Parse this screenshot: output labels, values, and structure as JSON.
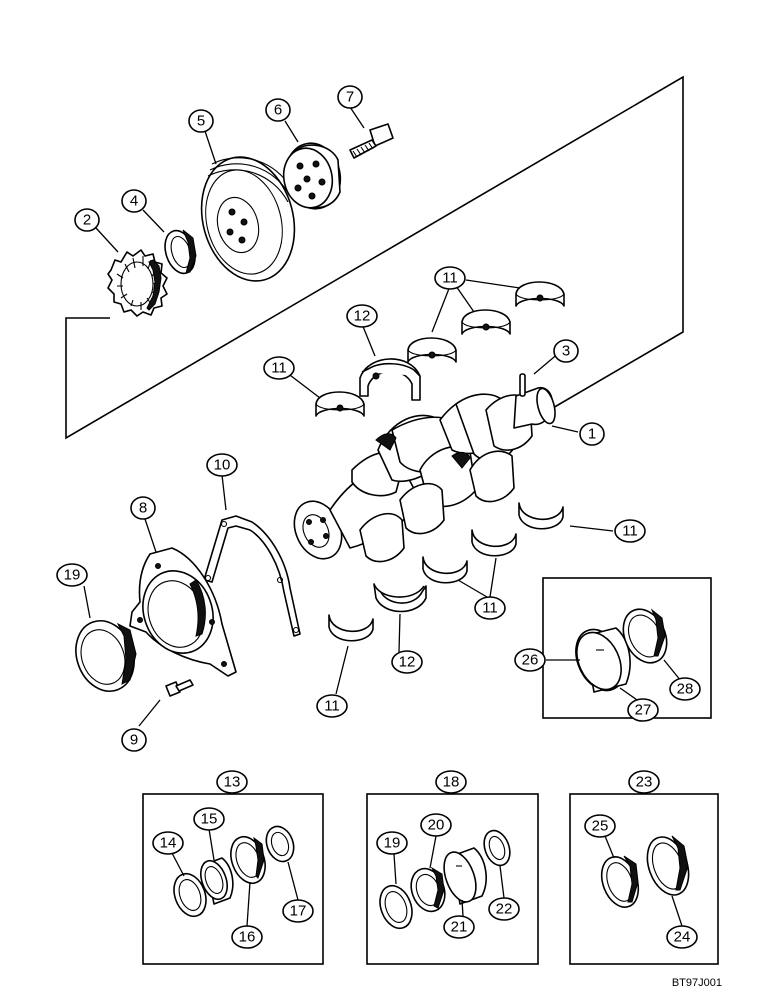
{
  "diagram_code": "BT97J001",
  "callouts": {
    "c1": "1",
    "c2": "2",
    "c3": "3",
    "c4": "4",
    "c5": "5",
    "c6": "6",
    "c7": "7",
    "c8": "8",
    "c9": "9",
    "c10": "10",
    "c11a": "11",
    "c11b": "11",
    "c11c": "11",
    "c11d": "11",
    "c11e": "11",
    "c12a": "12",
    "c12b": "12",
    "c13": "13",
    "c14": "14",
    "c15": "15",
    "c16": "16",
    "c17": "17",
    "c18": "18",
    "c19a": "19",
    "c19b": "19",
    "c20": "20",
    "c21": "21",
    "c22": "22",
    "c23": "23",
    "c24": "24",
    "c25": "25",
    "c26": "26",
    "c27": "27",
    "c28": "28"
  }
}
